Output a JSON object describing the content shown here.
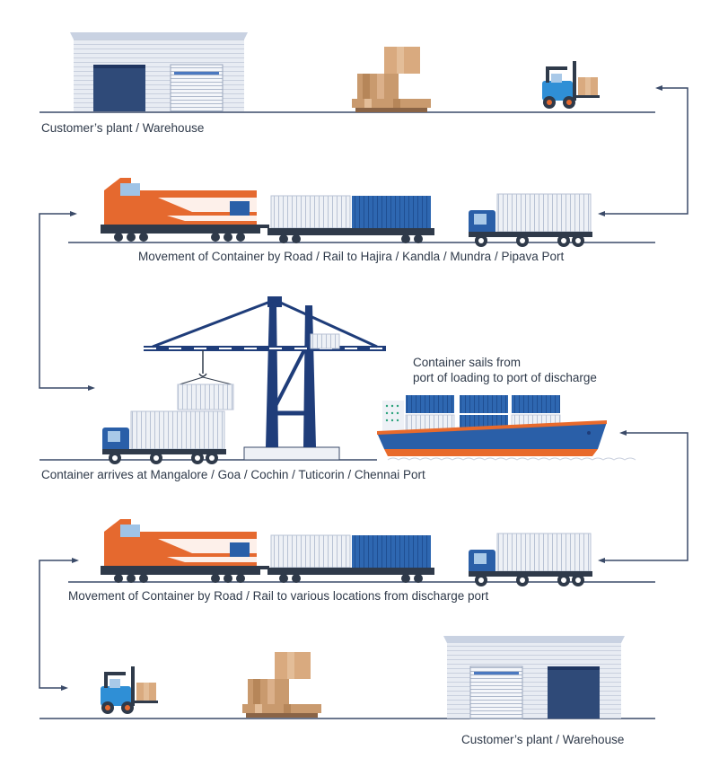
{
  "stages": {
    "origin_label": "Customer’s plant / Warehouse",
    "road_rail_loading_label": "Movement of Container by Road / Rail to Hajira / Kandla / Mundra / Pipava Port",
    "sailing_label_line1": "Container sails from",
    "sailing_label_line2": "port of loading to port of discharge",
    "arrival_label": "Container arrives at  Mangalore / Goa / Cochin / Tuticorin / Chennai Port",
    "road_rail_discharge_label": "Movement of Container by Road / Rail to various locations from discharge port",
    "destination_label": "Customer’s plant / Warehouse"
  },
  "colors": {
    "ground_line": "#3a4a68",
    "flow_arrow": "#3a4a68",
    "navy": "#1f3d7a",
    "container_blue": "#2e67b1",
    "container_white": "#eef1f6",
    "locomotive_orange": "#e5692f",
    "truck_blue": "#2a5fa8",
    "forklift_blue": "#2f8fd6",
    "box_brown": "#d7a77b",
    "warehouse_gray": "#dfe4ee",
    "ship_hull_orange": "#e86a2c",
    "ship_hull_blue": "#2a5fa8"
  },
  "icons": [
    "warehouse-icon",
    "pallet-boxes-icon",
    "forklift-icon",
    "locomotive-icon",
    "rail-wagon-icon",
    "container-truck-icon",
    "gantry-crane-icon",
    "container-ship-icon"
  ]
}
